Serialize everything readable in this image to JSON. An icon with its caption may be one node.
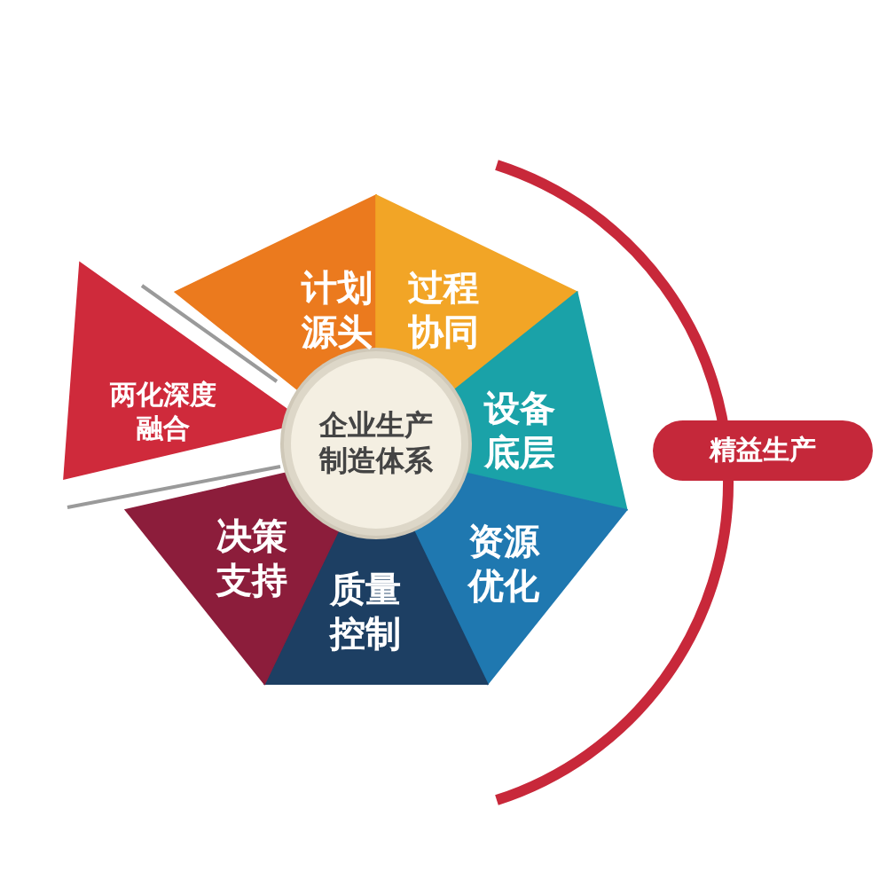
{
  "diagram": {
    "nodes": [
      {
        "text": [
          "企业生产制造体系"
        ]
      },
      {
        "text": [
          "计划源头"
        ]
      },
      {
        "text": [
          "过程协同"
        ]
      },
      {
        "text": [
          "设备底层"
        ]
      },
      {
        "text": [
          "资源优化"
        ]
      },
      {
        "text": [
          "质量控制"
        ]
      },
      {
        "text": [
          "决策支持"
        ]
      },
      {
        "text": [
          "两化深度融合"
        ]
      },
      {
        "text": [
          "精益生产"
        ]
      }
    ]
  }
}
